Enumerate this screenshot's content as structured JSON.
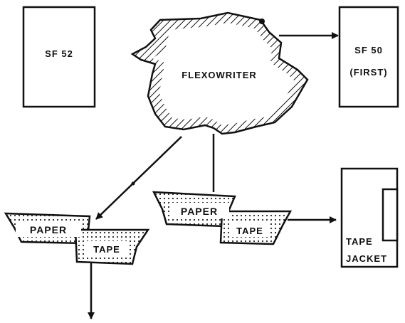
{
  "diagram": {
    "boxes": {
      "sf52": {
        "label": "SF 52"
      },
      "sf50": {
        "line1": "SF 50",
        "line2": "(FIRST)"
      },
      "tape_jacket": {
        "line1": "TAPE",
        "line2": "JACKET"
      }
    },
    "flexowriter": {
      "label": "FLEXOWRITER"
    },
    "left_tape": {
      "paper_label": "PAPER",
      "tape_label": "TAPE"
    },
    "right_tape": {
      "paper_label": "PAPER",
      "tape_label": "TAPE"
    }
  }
}
